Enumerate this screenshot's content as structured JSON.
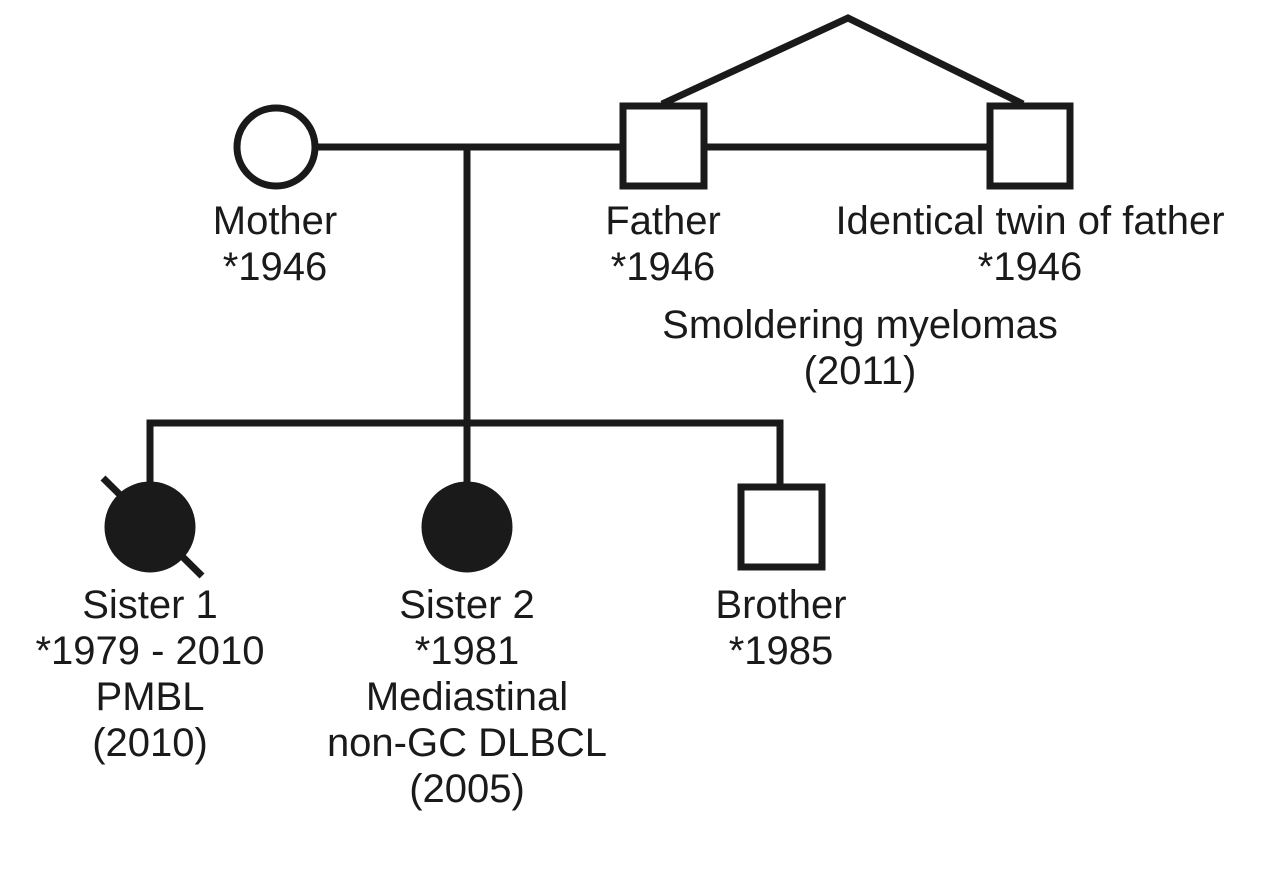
{
  "colors": {
    "line": "#1a1a1a",
    "background": "#ffffff",
    "affected_fill": "#1a1a1a"
  },
  "individuals": {
    "mother": {
      "label": "Mother",
      "birth": "*1946",
      "sex": "female",
      "affected": false
    },
    "father": {
      "label": "Father",
      "birth": "*1946",
      "sex": "male",
      "affected": false
    },
    "twin": {
      "label": "Identical twin of father",
      "birth": "*1946",
      "sex": "male",
      "affected": false
    },
    "sister1": {
      "label": "Sister 1",
      "birth": "*1979 - 2010",
      "diagnosis": "PMBL",
      "diagnosis_year": "(2010)",
      "sex": "female",
      "affected": true,
      "deceased": true
    },
    "sister2": {
      "label": "Sister 2",
      "birth": "*1981",
      "diagnosis_line1": "Mediastinal",
      "diagnosis_line2": "non-GC DLBCL",
      "diagnosis_year": "(2005)",
      "sex": "female",
      "affected": true
    },
    "brother": {
      "label": "Brother",
      "birth": "*1985",
      "sex": "male",
      "affected": false
    }
  },
  "shared_note": {
    "line1": "Smoldering myelomas",
    "line2": "(2011)"
  }
}
